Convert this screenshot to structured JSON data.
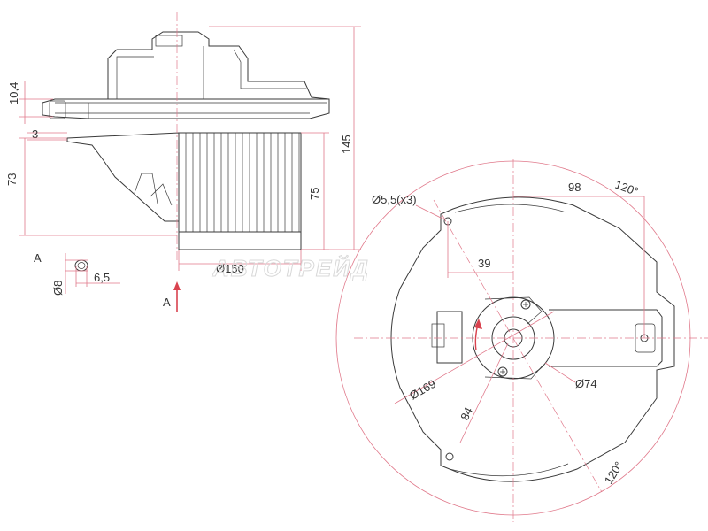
{
  "dimensions": {
    "side_view": {
      "flange_thickness": "10,4",
      "step": "3",
      "height_left": "73",
      "height_wheel": "75",
      "height_total": "145",
      "wheel_diameter": "Ø150"
    },
    "detail_a": {
      "label": "A",
      "pin_diameter": "Ø8",
      "pin_length": "6,5"
    },
    "view_arrow_label": "A",
    "top_view": {
      "mount_holes": "Ø5,5(x3)",
      "hole_spacing_angle_top": "120°",
      "hole_spacing_angle_bottom": "120°",
      "radius_98": "98",
      "offset_39": "39",
      "outer_diameter": "Ø169",
      "hub_diameter": "Ø74",
      "radius_84": "84"
    }
  },
  "watermark": "АВТОТРЕЙД",
  "colors": {
    "outline": "#3a3a3a",
    "dimension": "#e0788a",
    "arrow": "#d9434f"
  }
}
